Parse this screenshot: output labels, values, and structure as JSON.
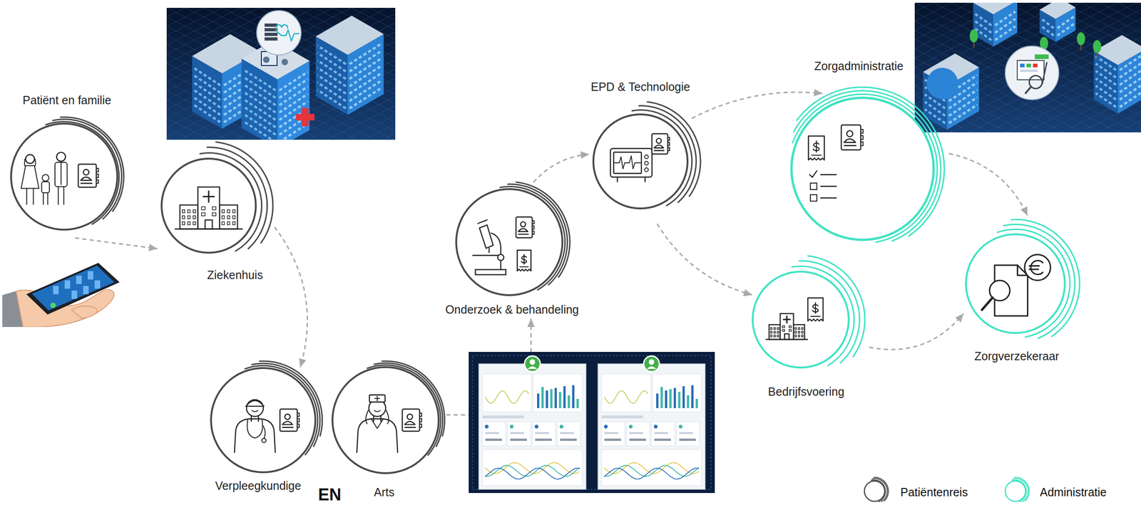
{
  "diagram": {
    "nodes": [
      {
        "text": [
          "Patiënt en familie"
        ]
      },
      {
        "text": [
          "Ziekenhuis"
        ]
      },
      {
        "text": [
          "Verpleegkundige"
        ]
      },
      {
        "text": [
          "Arts"
        ]
      },
      {
        "text": [
          "Onderzoek & behandeling"
        ]
      },
      {
        "text": [
          "EPD & Technologie"
        ]
      },
      {
        "text": [
          "Zorgadministratie"
        ]
      },
      {
        "text": [
          "Bedrijfsvoering"
        ]
      },
      {
        "text": [
          "Zorgverzekeraar"
        ]
      }
    ],
    "edges": [
      {
        "from": 0,
        "to": 1,
        "arrow": "to"
      },
      {
        "from": 1,
        "to": 2,
        "arrow": "to"
      },
      {
        "from": 3,
        "to": 4,
        "arrow": "to"
      },
      {
        "from": 4,
        "to": 5,
        "arrow": "to"
      },
      {
        "from": 5,
        "to": 6,
        "arrow": "to"
      },
      {
        "from": 5,
        "to": 7,
        "arrow": "to"
      },
      {
        "from": 6,
        "to": 8,
        "arrow": "to"
      },
      {
        "from": 7,
        "to": 8,
        "arrow": "to"
      }
    ],
    "labels": [
      "EN"
    ],
    "legend": [
      {
        "text": "Patiëntenreis"
      },
      {
        "text": "Administratie"
      }
    ]
  }
}
